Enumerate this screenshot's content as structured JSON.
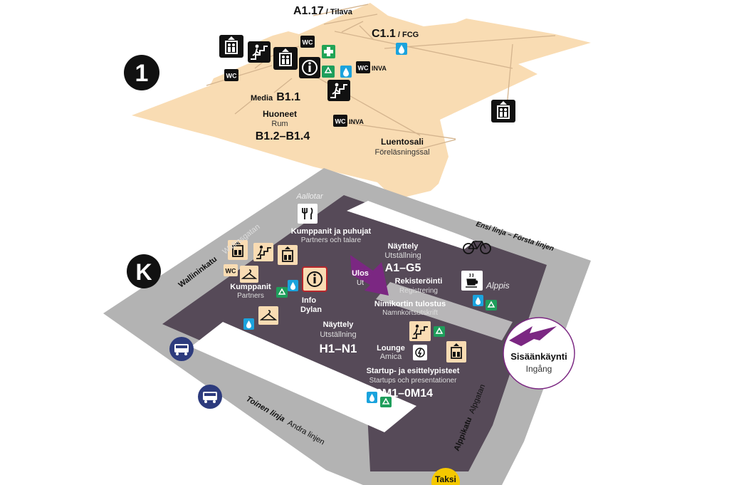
{
  "floors": {
    "upper": {
      "marker": "1"
    },
    "ground": {
      "marker": "K"
    }
  },
  "upper_floor": {
    "room_a117": {
      "code": "A1.17",
      "name": "Tilava"
    },
    "room_c11": {
      "code": "C1.1",
      "name": "FCG"
    },
    "media": {
      "label": "Media",
      "code": "B1.1"
    },
    "rooms": {
      "title": "Huoneet",
      "subtitle": "Rum",
      "range": "B1.2–B1.4"
    },
    "lecture_hall": {
      "title": "Luentosali",
      "subtitle": "Föreläsningssal"
    },
    "wc_labels": [
      "WC",
      "WC",
      "WC",
      "WC"
    ],
    "inva_labels": [
      "INVA",
      "INVA"
    ]
  },
  "ground_floor": {
    "restaurant": "Aallotar",
    "partners_speakers": {
      "title": "Kumppanit ja puhujat",
      "subtitle": "Partners och talare"
    },
    "exhibition_a1g5": {
      "title": "Näyttely",
      "subtitle": "Utställning",
      "range": "A1–G5"
    },
    "exit": {
      "title": "Ulos",
      "subtitle": "Ut"
    },
    "registration": {
      "title": "Rekisteröinti",
      "subtitle": "Registrering"
    },
    "badge_print": {
      "title": "Nimikortin tulostus",
      "subtitle": "Namnkortsutskrift"
    },
    "cafe": "Alppis",
    "partners": {
      "title": "Kumppanit",
      "subtitle": "Partners"
    },
    "info": {
      "title": "Info",
      "subtitle": "Dylan"
    },
    "exhibition_h1n1": {
      "title": "Näyttely",
      "subtitle": "Utställning",
      "range": "H1–N1"
    },
    "lounge": {
      "title": "Lounge",
      "subtitle": "Amica"
    },
    "startup": {
      "title": "Startup- ja esittelypisteet",
      "subtitle": "Startups och presentationer",
      "range": "0M1–0M14"
    },
    "entrance": {
      "title": "Sisäänkäynti",
      "subtitle": "Ingång"
    },
    "wc_label": "WC"
  },
  "streets": {
    "first_line": "Ensi linja – Första linjen",
    "second_line": {
      "main": "Toinen linja",
      "alt": "Andra linjen"
    },
    "wallin": {
      "main": "Wallininkatu",
      "alt": "Wallinsgatan"
    },
    "alppi": {
      "main": "Alppikatu",
      "alt": "Alpgatan"
    }
  },
  "taxi": "Taksi",
  "colors": {
    "upper_floor": "#f9dcb3",
    "ground_floor": "#564a58",
    "street": "#b3b3b3",
    "icon_dark": "#1a1a1a",
    "icon_tan": "#f9dcb3",
    "water": "#1ba3dd",
    "recycle": "#1e9e5b",
    "first_aid": "#22a456",
    "exit_arrow": "#7b2782",
    "bus": "#2d3b7d",
    "taxi": "#f5c800"
  }
}
